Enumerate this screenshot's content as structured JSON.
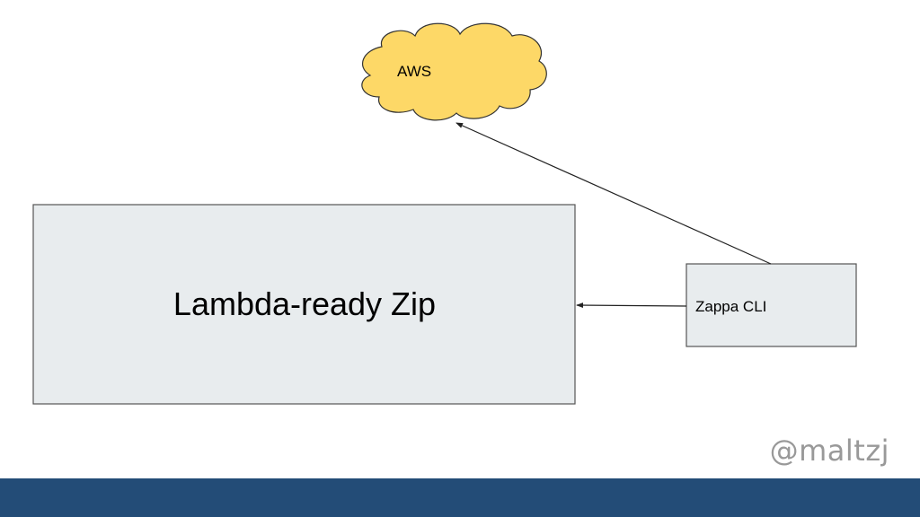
{
  "diagram": {
    "nodes": {
      "zip": {
        "label": "Lambda-ready Zip"
      },
      "zappa": {
        "label": "Zappa CLI"
      },
      "aws": {
        "label": "AWS"
      }
    },
    "edges": [
      {
        "from": "zappa",
        "to": "zip"
      },
      {
        "from": "zappa",
        "to": "aws"
      }
    ]
  },
  "footer": {
    "watermark": "@maltzj"
  },
  "colors": {
    "box_fill": "#e8ecee",
    "box_stroke": "#555555",
    "cloud_fill": "#fdd867",
    "footer_bar": "#234c77",
    "watermark": "#999999",
    "arrow": "#222222"
  }
}
